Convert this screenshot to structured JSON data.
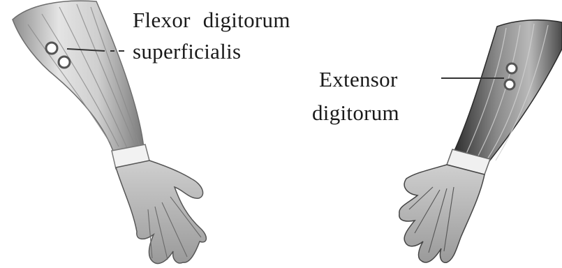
{
  "labels": {
    "flexor": {
      "line1": "Flexor digitorum",
      "line2": "superficialis"
    },
    "extensor": {
      "line1": "Extensor",
      "line2": "digitorum"
    }
  },
  "colors": {
    "background": "#ffffff",
    "text": "#1a1a1a",
    "leader_line": "#333333",
    "muscle_light": "#e6e6e6",
    "muscle_mid": "#a8a8a8",
    "muscle_dark": "#3a3a3a",
    "electrode_fill": "#ffffff",
    "electrode_stroke": "#555555"
  },
  "icons": {
    "left_arm": "forearm-anterior-view",
    "right_arm": "forearm-posterior-view",
    "electrodes": "surface-emg-electrode-pair"
  }
}
